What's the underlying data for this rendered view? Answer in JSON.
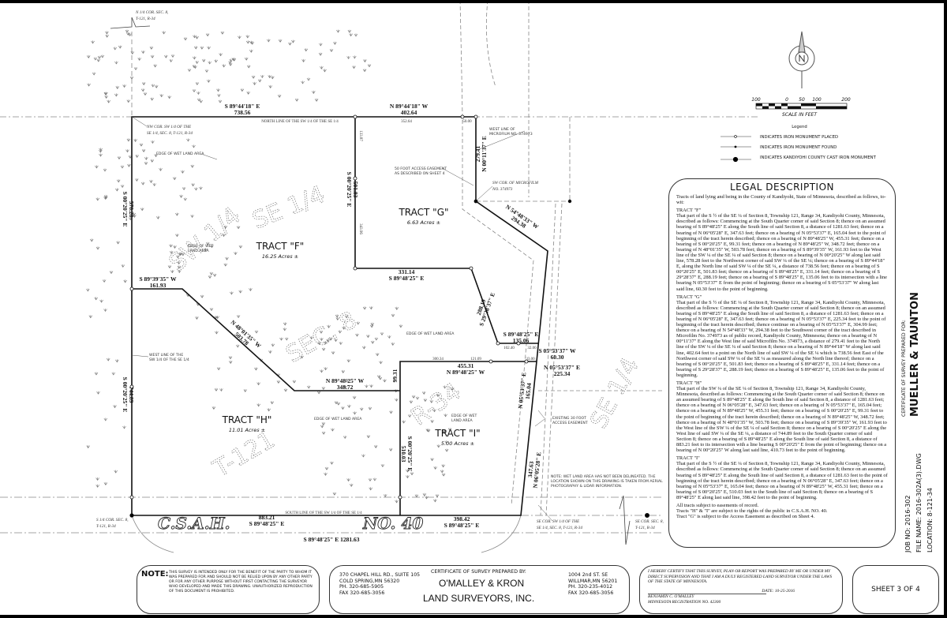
{
  "map": {
    "n_quarter_cor": [
      "N 1/4 COR. SEC. 8,",
      "T-121, R-34"
    ],
    "nw_cor": [
      "NW COR. SW 1/4 OF THE",
      "SE 1/4, SEC. 8, T-121, R-34"
    ],
    "north_b1": "S 89°44'18\" E",
    "north_d1": "738.56",
    "north_b2": "N 89°44'18\" W",
    "north_d2": "402.64",
    "north_d2a": "352.64",
    "north_d2b": "50.00",
    "north_line": "NORTH LINE OF THE SW 1/4 OF THE SE 1/4",
    "edge_wet": "EDGE OF WET LAND AREA",
    "edge_wet2": [
      "EDGE OF WET",
      "LAND AREA"
    ],
    "west_b1": "S 00°20'25\" E",
    "west_d1": "578.28",
    "gw_b": "S 00°20'25\" E",
    "gw_d": "501.83",
    "gw_s1": "133.87",
    "gw_s2": "343.96",
    "ge_d": "279.41",
    "ge_b": "N 00°11'37\" E",
    "west_line_mf": [
      "WEST LINE OF",
      "MICROFILM NO. 374973"
    ],
    "access_50": [
      "50 FOOT ACCESS EASEMENT",
      "AS DESCRIBED ON SHEET 4"
    ],
    "sw_cor_mf": [
      "SW COR. OF MICROFILM",
      "NO. 374973"
    ],
    "diag_b": "N 54°48'33\" W",
    "diag_d": "294.38",
    "tract_g": "TRACT \"G\"",
    "acres_g": "6.63 Acres ±",
    "tract_f": "TRACT \"F\"",
    "acres_f": "16.25 Acres ±",
    "tract_h": "TRACT \"H\"",
    "acres_h": "11.01 Acres ±",
    "tract_i": "TRACT \"I\"",
    "acres_i": "5.00 Acres ±",
    "gs_d": "331.14",
    "gs_b": "S 89°48'25\" E",
    "gd_d": "288.19",
    "gd_b": "S 29°28'37\" E",
    "ge2_b": "S 89°48'25\" E",
    "ge2_d": "135.06",
    "h1_b": "S 89°39'35\" W",
    "h1_d": "161.93",
    "h2_b": "N 48°01'35\" W",
    "h2_d": "503.78",
    "h3_b": "N 89°48'25\" W",
    "h3_d": "348.72",
    "west_line_sw": [
      "WEST LINE OF THE",
      "SW 1/4 OF THE SE 1/4"
    ],
    "hw_b": "S 00°20'25\" E",
    "hw_d": "744.89",
    "i_top_d": "455.31",
    "i_top_b": "N 89°48'25\" W",
    "i_top_s1": "300.34",
    "i_top_s2": "121.09",
    "i_top_s3": "33.00",
    "g_s1": "102.40",
    "g_s2": "32.00",
    "i_w1": "99.31",
    "s60_b": "S 05°53'37\" W",
    "s60_d": "60.30",
    "n225_b": "N 05°53'37\" E",
    "n225_d": "225.34",
    "e165_b": "N 05°53'37\" E",
    "e165_d": "165.04",
    "iw_b": "S 00°20'25\" E",
    "iw_d": "510.03",
    "access_30": [
      "EXISTING 30 FOOT",
      "ACCESS EASEMENT"
    ],
    "e347_d": "347.63",
    "e347_b": "N 06°05'28\" E",
    "wet_note": [
      "NOTE: WET LAND AREA HAS NOT BEEN DELINEATED. THE",
      "LOCATION SHOWN ON THIS DRAWING IS TAKEN FROM AERIAL",
      "PHOTOGRAPHY & LIDAR INFORMATION."
    ],
    "south_line": "SOUTH LINE OF THE SW 1/4 OF THE SE 1/4",
    "s_d1": "883.21",
    "s_b1": "S 89°48'25\" E",
    "s_d2": "398.42",
    "s_b2": "S 89°48'25\" E",
    "s_total": "S 89°48'25\" E  1281.63",
    "s_quarter_cor": [
      "S 1/4 COR. SEC. 8,",
      "T-121, R-34"
    ],
    "se_cor_sw": [
      "SE COR. SW 1/4 OF THE",
      "SE 1/4, SEC. 8, T-121, R-34"
    ],
    "se_cor": [
      "SE COR. SEC. 8,",
      "T-121, R-34"
    ],
    "section_labels": {
      "se_quarter": "SE 1/4",
      "sw_quarter": "SW 1/4",
      "sec": "SEC. 8",
      "twp": "T-121",
      "rng": "R-34",
      "se_quarter_right": "SE 1/4"
    },
    "road": {
      "name": "C.S.A.H.",
      "number": "NO. 40"
    }
  },
  "scale": {
    "ticks": [
      "100",
      "0",
      "50",
      "100",
      "200"
    ],
    "label": "SCALE IN FEET"
  },
  "legend": {
    "title": "Legend",
    "items": [
      "INDICATES IRON MONUMENT PLACED",
      "INDICATES IRON MONUMENT FOUND",
      "INDICATES KANDIYOHI COUNTY CAST IRON MONUMENT"
    ]
  },
  "legal": {
    "title": "LEGAL DESCRIPTION",
    "intro": "Tracts of land lying and being in the County of Kandiyohi, State of Minnesota, described as follows, to-wit:",
    "tracts": [
      {
        "heading": "TRACT \"F\"",
        "text": "That part of the S ½ of the SE ¼ of Section 8, Township 121, Range 34, Kandiyohi County, Minnesota, described as follows: Commencing at the South Quarter corner of said Section 8; thence on an assumed bearing of S 89°48'25\" E along the South line of said Section 8, a distance of 1281.63 feet; thence on a bearing of N 06°05'28\" E, 347.63 feet; thence on a bearing of N 05°53'37\" E, 165.04 feet to the point of beginning of the tract herein described; thence on a bearing of N 89°48'25\" W, 455.31 feet; thence on a bearing of S 00°20'25\" E, 99.31 feet; thence on a bearing of N 89°48'25\" W, 348.72 feet; thence on a bearing of N 48°01'35\" W, 503.78 feet; thence on a bearing of S 89°39'35\" W, 161.93 feet to the West line of the SW ¼ of the SE ¼ of said Section 8; thence on a bearing of N 00°20'25\" W along last said line, 578.28 feet to the Northwest corner of said SW ¼ of the SE ¼; thence on a bearing of S 89°44'18\" E, along the North line of said SW ¼ of the SE ¼, a distance of 738.56 feet; thence on a bearing of S 00°20'25\" E, 501.83 feet; thence on a bearing of S 89°48'25\" E, 331.14 feet; thence on a bearing of S 29°28'37\" E, 288.19 feet; thence on a bearing of S 89°48'25\" E, 135.06 feet to its intersection with a line bearing N 05°53'37\" E from the point of beginning; thence on a bearing of S 05°53'37\" W along last said line, 60.30 feet to the point of beginning."
      },
      {
        "heading": "TRACT \"G\"",
        "text": "That part of the S ½ of the SE ¼ of Section 8, Township 121, Range 34, Kandiyohi County, Minnesota, described as follows: Commencing at the South Quarter corner of said Section 8; thence on an assumed bearing of S 89°48'25\" E along the South line of said Section 8, a distance of 1281.63 feet; thence on a bearing of N 06°05'28\" E, 347.63 feet; thence on a bearing of N 05°53'37\" E, 225.34 feet to the point of beginning of the tract herein described; thence continue on a bearing of N 05°53'37\" E, 304.99 feet; thence on a bearing of N 54°48'33\" W, 294.38 feet to the Southwest corner of the tract described in Microfilm No. 374973 as of public record, Kandiyohi County, Minnesota; thence on a bearing of N 00°11'37\" E along the West line of said Microfilm No. 374973, a distance of 279.41 feet to the North line of the SW ¼ of the SE ¼ of said Section 8; thence on a bearing of N 89°44'18\" W along last said line, 402.64 feet to a point on the North line of said SW ¼ of the SE ¼ which is 738.56 feet East of the Northwest corner of said SW ¼ of the SE ¼ as measured along the North line thereof; thence on a bearing of S 00°20'25\" E, 501.83 feet; thence on a bearing of S 89°48'25\" E, 331.14 feet; thence on a bearing of S 29°28'37\" E, 288.19 feet; thence on a bearing of S 89°48'25\" E, 135.06 feet to the point of beginning."
      },
      {
        "heading": "TRACT \"H\"",
        "text": "That part of the SW ¼ of the SE ¼ of Section 8, Township 121, Range 34, Kandiyohi County, Minnesota, described as follows: Commencing at the South Quarter corner of said Section 8; thence on an assumed bearing of S 89°48'25\" E along the South line of said Section 8, a distance of 1281.63 feet; thence on a bearing of N 06°05'28\" E, 347.63 feet; thence on a bearing of N 05°53'37\" E, 165.04 feet; thence on a bearing of N 89°48'25\" W, 455.31 feet; thence on a bearing of S 00°20'25\" E, 99.31 feet to the point of beginning of the tract herein described; thence on a bearing of N 89°48'25\" W, 348.72 feet; thence on a bearing of N 48°01'35\" W, 503.78 feet; thence on a bearing of S 89°39'35\" W, 161.93 feet to the West line of the SW ¼ of the SE ¼ of said Section 8; thence on a bearing of S 00°20'25\" E along the West line of said SW ¼ of the SE ¼, a distance of 744.89 feet to the South Quarter corner of said Section 8; thence on a bearing of S 89°48'25\" E along the South line of said Section 8, a distance of 883.21 feet to its intersection with a line bearing S 00°20'25\" E from the point of beginning; thence on a bearing of N 00°20'25\" W along last said line, 410.73 feet to the point of beginning."
      },
      {
        "heading": "TRACT \"I\"",
        "text": "That part of the S ½ of the SE ¼ of Section 8, Township 121, Range 34, Kandiyohi County, Minnesota, described as follows: Commencing at the South Quarter corner of said Section 8; thence on an assumed bearing of S 89°48'25\" E along the South line of said Section 8, a distance of 1281.63 feet to the point of beginning of the tract herein described; thence on a bearing of N 06°05'28\" E, 347.63 feet; thence on a bearing of N 05°53'37\" E, 165.04 feet; thence on a bearing of N 89°48'25\" W, 455.31 feet; thence on a bearing of S 00°20'25\" E, 510.03 feet to the South line of said Section 8; thence on a bearing of S 89°48'25\" E along last said line, 398.42 feet to the point of beginning."
      }
    ],
    "footer": [
      "All tracts subject to easements of record.",
      "Tracts \"H\" & \"I\" are subject to the rights of the public in C.S.A.H. NO. 40.",
      "Tract \"G\" is subject to the Access Easement as described on Sheet 4."
    ]
  },
  "title_block": {
    "note_label": "NOTE:",
    "note_text": "THIS SURVEY IS INTENDED ONLY FOR THE BENEFIT OF THE PARTY TO WHOM IT WAS PREPARED FOR AND SHOULD NOT BE RELIED UPON BY ANY OTHER PARTY OR FOR ANY OTHER PURPOSE WITHOUT FIRST CONTACTING THE SURVEYOR WHO DEVELOPED AND MADE THIS DRAWING. UNAUTHORIZED REPRODUCTION OF THIS DOCUMENT IS PROHIBITED.",
    "office1": [
      "370 CHAPEL HILL RD., SUITE 105",
      "COLD SPRING,MN 56320",
      "PH. 320-685-5905",
      "FAX 320-685-3056"
    ],
    "cert_label": "CERTIFICATE OF SURVEY PREPARED BY:",
    "firm1": "O'MALLEY & KRON",
    "firm2": "LAND SURVEYORS, INC.",
    "office2": [
      "1004 2nd ST. SE",
      "WILLMAR,MN 56201",
      "PH. 320-235-4012",
      "FAX 320-685-3056"
    ],
    "certify": "I HEREBY CERTIFY THAT THIS SURVEY, PLAN OR REPORT WAS PREPARED BY ME OR UNDER MY DIRECT SUPERVISION AND THAT I AM A DULY REGISTERED LAND SURVEYOR UNDER THE LAWS OF THE STATE OF MINNESOTA.",
    "date": "DATE: 10-25-2016",
    "surveyor": "BENJAMIN C. O'MALLEY",
    "registration": "MINNESOTA REGISTRATION NO. 42300",
    "sheet": "SHEET 3 OF 4",
    "prepared_for_label": "CERTIFICATE OF SURVEY PREPARED FOR:",
    "client": "MUELLER & TAUNTON",
    "job_no": "JOB NO: 2016-302",
    "file_name": "FILE NAME: 2016-302A(3).DWG",
    "location": "LOCATION: 8-121-34"
  }
}
